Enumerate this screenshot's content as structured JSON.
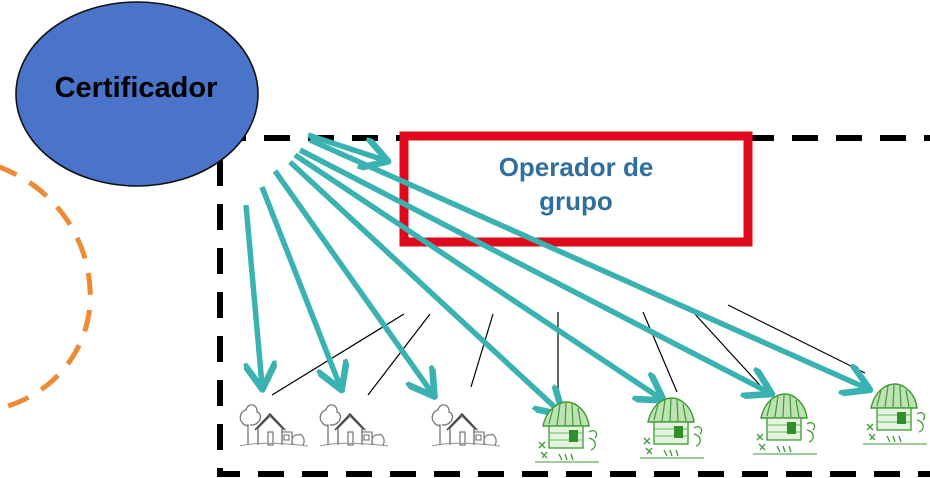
{
  "certifier": {
    "label": "Certificador",
    "fill": "#4a74c9"
  },
  "operator": {
    "label_line1": "Operador de",
    "label_line2": "grupo",
    "border": "#e0081b",
    "text_color": "#2e6fa0"
  },
  "colors": {
    "arrow": "#3ab2b2",
    "group_boundary": "#000000",
    "orange_boundary": "#ee8a36",
    "house_green": "#4caa3a",
    "house_gray": "#7a7a7a"
  },
  "members": [
    {
      "name": "sketch-house",
      "style": "gray"
    },
    {
      "name": "sketch-house",
      "style": "gray"
    },
    {
      "name": "sketch-house",
      "style": "gray"
    },
    {
      "name": "hut",
      "style": "green"
    },
    {
      "name": "hut",
      "style": "green"
    },
    {
      "name": "hut",
      "style": "green"
    },
    {
      "name": "hut",
      "style": "green"
    }
  ]
}
